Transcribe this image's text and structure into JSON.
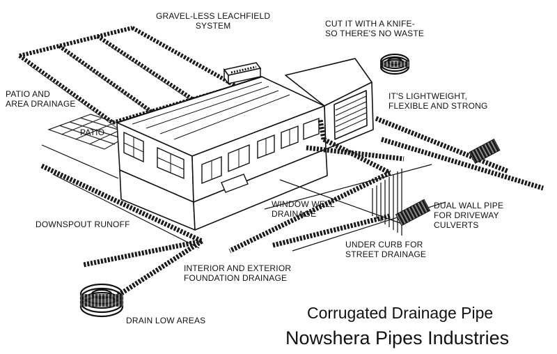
{
  "labels": {
    "leachfield": [
      "GRAVEL-LESS LEACHFIELD",
      "SYSTEM"
    ],
    "knife": [
      "CUT IT WITH A KNIFE-",
      "SO THERE'S NO WASTE"
    ],
    "patio_area": [
      "PATIO AND",
      "AREA DRAINAGE"
    ],
    "patio": "PATIO",
    "lightweight": [
      "IT'S LIGHTWEIGHT,",
      "FLEXIBLE AND STRONG"
    ],
    "downspout": "DOWNSPOUT RUNOFF",
    "window_well": [
      "WINDOW WELL",
      "DRAINAGE"
    ],
    "dual_wall": [
      "DUAL WALL PIPE",
      "FOR DRIVEWAY",
      "CULVERTS"
    ],
    "under_curb": [
      "UNDER CURB FOR",
      "STREET DRAINAGE"
    ],
    "foundation": [
      "INTERIOR AND EXTERIOR",
      "FOUNDATION DRAINAGE"
    ],
    "low_areas": "DRAIN LOW AREAS"
  },
  "caption": {
    "title": "Corrugated Drainage Pipe",
    "company": "Nowshera Pipes Industries"
  },
  "colors": {
    "ink": "#111111",
    "paper": "#ffffff"
  }
}
